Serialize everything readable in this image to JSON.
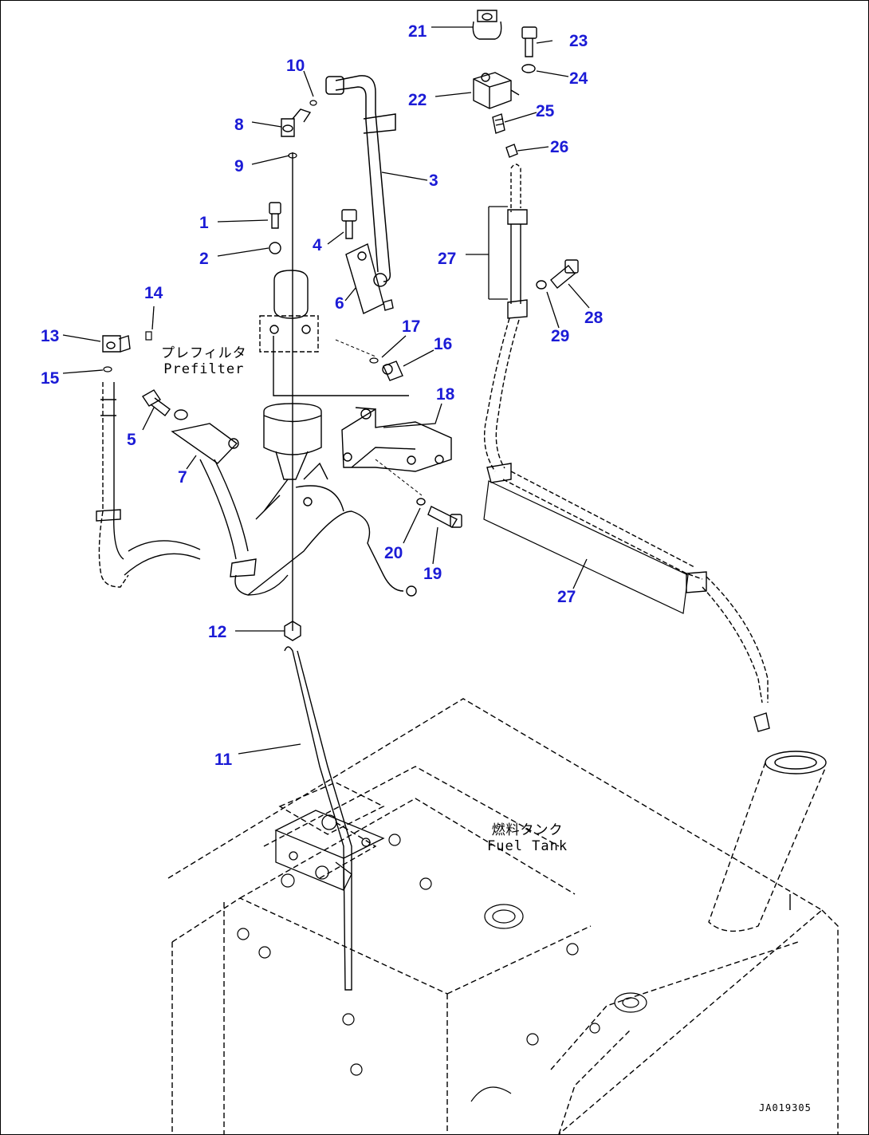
{
  "callouts": {
    "n1": "1",
    "n2": "2",
    "n3": "3",
    "n4": "4",
    "n5": "5",
    "n6": "6",
    "n7": "7",
    "n8": "8",
    "n9": "9",
    "n10": "10",
    "n11": "11",
    "n12": "12",
    "n13": "13",
    "n14": "14",
    "n15": "15",
    "n16": "16",
    "n17": "17",
    "n18": "18",
    "n19": "19",
    "n20": "20",
    "n21": "21",
    "n22": "22",
    "n23": "23",
    "n24": "24",
    "n25": "25",
    "n26": "26",
    "n27a": "27",
    "n27b": "27",
    "n28": "28",
    "n29": "29"
  },
  "labels": {
    "prefilter_jp": "プレフィルタ",
    "prefilter_en": "Prefilter",
    "fuel_tank_jp": "燃料タンク",
    "fuel_tank_en": "Fuel Tank"
  },
  "drawing_code": "JA019305",
  "colors": {
    "callout": "#1b1bd6",
    "linework": "#000000"
  }
}
